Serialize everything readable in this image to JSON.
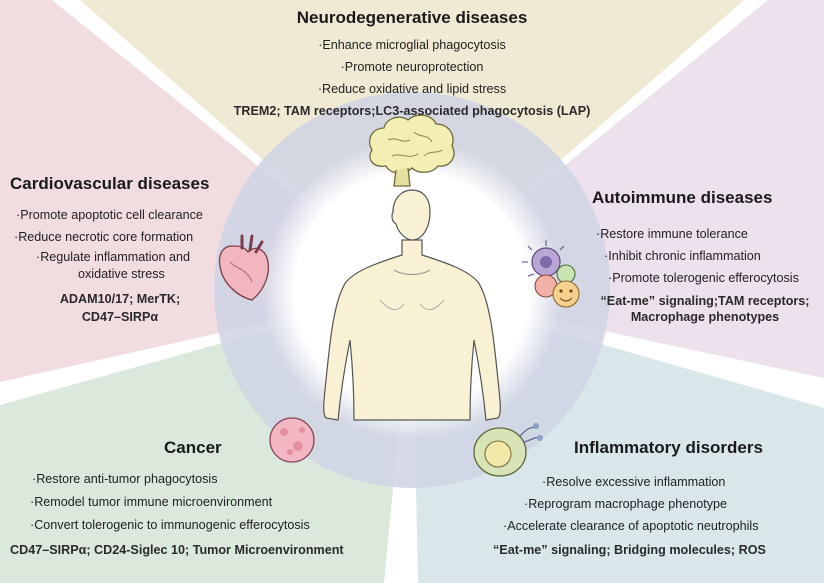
{
  "sections": {
    "neuro": {
      "title": "Neurodegenerative diseases",
      "items": [
        "·Enhance microglial phagocytosis",
        "·Promote neuroprotection",
        "·Reduce oxidative and lipid stress"
      ],
      "molecules": [
        "TREM2; TAM receptors;LC3-associated phagocytosis (LAP)"
      ],
      "icon": "brain-icon"
    },
    "cardio": {
      "title": "Cardiovascular diseases",
      "items": [
        "·Promote apoptotic cell clearance",
        "·Reduce necrotic core formation",
        "·Regulate inflammation and",
        "oxidative stress"
      ],
      "molecules": [
        "ADAM10/17; MerTK;",
        "CD47–SIRPα"
      ],
      "icon": "heart-icon"
    },
    "autoimmune": {
      "title": "Autoimmune diseases",
      "items": [
        "·Restore immune tolerance",
        "·Inhibit chronic inflammation",
        "·Promote tolerogenic efferocytosis"
      ],
      "molecules": [
        "“Eat-me” signaling;TAM receptors;",
        "Macrophage phenotypes"
      ],
      "icon": "immune-cells-icon"
    },
    "cancer": {
      "title": "Cancer",
      "items": [
        "·Restore anti-tumor phagocytosis",
        "·Remodel tumor immune microenvironment",
        "·Convert tolerogenic to immunogenic efferocytosis"
      ],
      "molecules": [
        "CD47–SIRPα; CD24-Siglec 10; Tumor Microenvironment"
      ],
      "icon": "tumor-cell-icon"
    },
    "inflammatory": {
      "title": "Inflammatory disorders",
      "items": [
        "·Resolve excessive inflammation",
        "·Reprogram macrophage phenotype",
        "·Accelerate clearance of apoptotic neutrophils"
      ],
      "molecules": [
        "“Eat-me” signaling; Bridging molecules; ROS"
      ],
      "icon": "macrophage-icon"
    }
  },
  "colors": {
    "neuro": "#f0ead4",
    "cardio": "#f1dde0",
    "autoimmune": "#ece1ec",
    "cancer": "#dbe8dc",
    "inflammatory": "#d9e6ea",
    "ring": "#cfd3e4",
    "body": "#f8f1d4"
  },
  "center_icon": "human-body-icon"
}
